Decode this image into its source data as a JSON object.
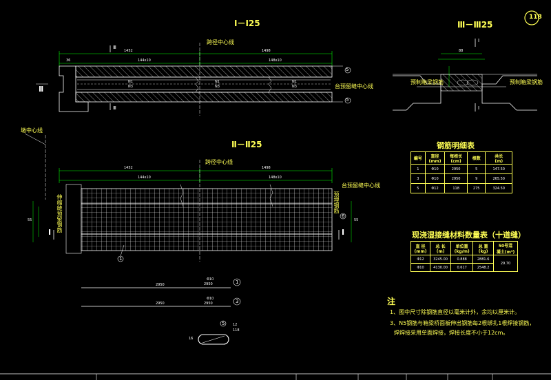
{
  "sheet_no": "118",
  "views": {
    "section_1": "Ⅰ－Ⅰ25",
    "section_2": "Ⅱ－Ⅱ25",
    "section_3": "Ⅲ－Ⅲ25"
  },
  "labels": {
    "span_center_top": "跨径中心线",
    "span_center_mid": "跨径中心线",
    "pier_center": "墩中心线",
    "abutment_gap_top": "台预留缝中心线",
    "abutment_gap_mid": "台预留缝中心线",
    "precast_left": "预制箱梁钢筋",
    "precast_right": "预制箱梁钢筋",
    "vertical_left": "伸缩缝预留钢筋",
    "vertical_right": "预埋钢筋"
  },
  "marks": {
    "III": "Ⅲ",
    "II": "Ⅱ",
    "I": "Ⅰ",
    "c1": "1",
    "c3": "3",
    "c5": "5",
    "c6": "6"
  },
  "dims": {
    "d1452a": "1452",
    "d1498a": "1498",
    "d36": "36",
    "d144x10a": "144x10",
    "d148x10a": "148x10",
    "d1452b": "1452",
    "d1498b": "1498",
    "d144x10b": "144x10",
    "d148x10b": "148x10",
    "n1a": "N1",
    "n1b": "N1",
    "n3a": "N3",
    "n3b": "N3",
    "n1c": "N1",
    "n3c": "N3",
    "d55a": "55",
    "d55b": "55",
    "d88": "88",
    "d2950a": "2950",
    "d2950b": "2950",
    "phi10a": "Φ10",
    "phi10b": "Φ10",
    "p2950a": "2950",
    "p2950b": "2950",
    "d12": "12",
    "d118": "118",
    "d16": "16"
  },
  "rebar_table": {
    "title": "钢筋明细表",
    "headers": [
      "编号",
      "直径\n(mm)",
      "每根长\n(cm)",
      "根数",
      "共长\n(m)"
    ],
    "rows": [
      [
        "1",
        "Φ10",
        "2950",
        "5",
        "147.50"
      ],
      [
        "3",
        "Φ10",
        "2950",
        "9",
        "265.50"
      ],
      [
        "5",
        "Φ12",
        "118",
        "275",
        "324.50"
      ]
    ]
  },
  "material_table": {
    "title": "现浇湿接缝材料数量表（十道缝）",
    "headers": [
      "直 径\n(mm)",
      "总 长\n(m)",
      "单位重\n(kg/m)",
      "总 重\n(kg)",
      "50号混\n凝土(m³)"
    ],
    "rows": [
      [
        "Φ12",
        "3245.00",
        "0.888",
        "2881.6",
        "29.70"
      ],
      [
        "Φ10",
        "4130.00",
        "0.617",
        "2548.2",
        ""
      ]
    ]
  },
  "notes": {
    "heading": "注",
    "lines": [
      "1、图中尺寸除钢筋直径以毫米计外，余均以厘米计。",
      "3、N5钢筋与箱梁桥面板伸出钢筋每2根绑扎1根焊接钢筋，",
      "焊焊接采用单面焊接，焊接长度不小于12cm。"
    ]
  },
  "colors": {
    "background": "#000000",
    "line": "#ffffff",
    "text": "#ffff55",
    "accent": "#00ff00"
  }
}
